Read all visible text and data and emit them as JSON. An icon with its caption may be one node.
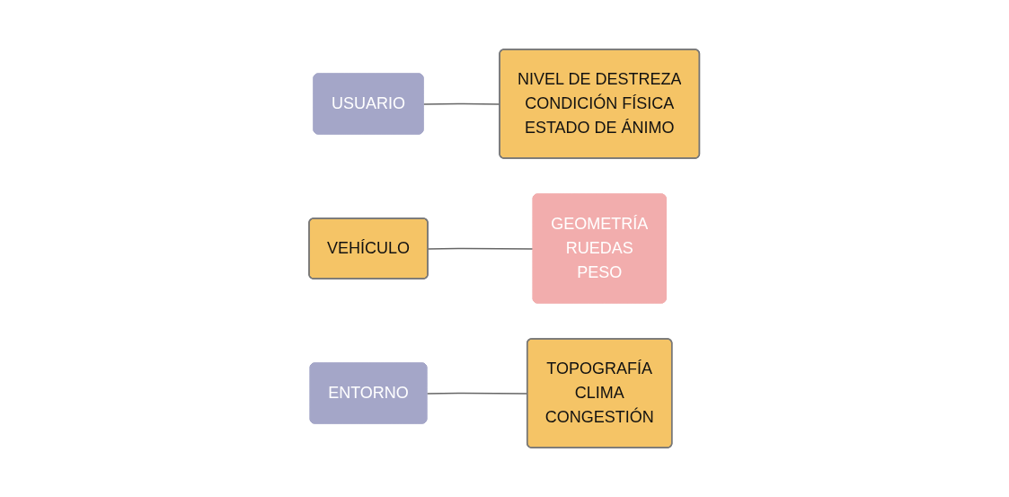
{
  "diagram": {
    "nodes": [
      {
        "text": [
          "USUARIO"
        ]
      },
      {
        "text": [
          "NIVEL DE DESTREZA",
          "CONDICIÓN FÍSICA",
          "ESTADO DE ÁNIMO"
        ]
      },
      {
        "text": [
          "VEHÍCULO"
        ]
      },
      {
        "text": [
          "GEOMETRÍA",
          "RUEDAS",
          "PESO"
        ]
      },
      {
        "text": [
          "ENTORNO"
        ]
      },
      {
        "text": [
          "TOPOGRAFÍA",
          "CLIMA",
          "CONGESTIÓN"
        ]
      }
    ],
    "edges": [
      {
        "from": 0,
        "to": 1,
        "arrow": "none"
      },
      {
        "from": 2,
        "to": 3,
        "arrow": "none"
      },
      {
        "from": 4,
        "to": 5,
        "arrow": "none"
      }
    ]
  }
}
